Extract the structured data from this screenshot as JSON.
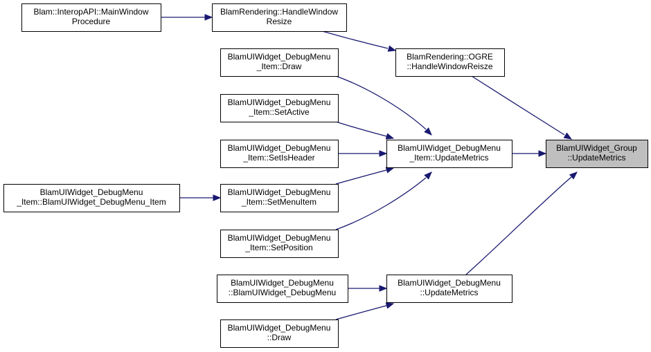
{
  "diagram": {
    "type": "caller-graph",
    "colors": {
      "edge": "#191970",
      "highlight_fill": "#bfbfbf",
      "box_stroke": "#000000"
    },
    "nodes": [
      {
        "id": "n_main",
        "lines": [
          "Blam::InteropAPI::MainWindow",
          "Procedure"
        ]
      },
      {
        "id": "n_hwr",
        "lines": [
          "BlamRendering::HandleWindow",
          "Resize"
        ]
      },
      {
        "id": "n_ogre",
        "lines": [
          "BlamRendering::OGRE",
          "::HandleWindowReisze"
        ]
      },
      {
        "id": "n_item_draw",
        "lines": [
          "BlamUIWidget_DebugMenu",
          "_Item::Draw"
        ]
      },
      {
        "id": "n_item_setactive",
        "lines": [
          "BlamUIWidget_DebugMenu",
          "_Item::SetActive"
        ]
      },
      {
        "id": "n_item_setisheader",
        "lines": [
          "BlamUIWidget_DebugMenu",
          "_Item::SetIsHeader"
        ]
      },
      {
        "id": "n_item_ctor",
        "lines": [
          "BlamUIWidget_DebugMenu",
          "_Item::BlamUIWidget_DebugMenu_Item"
        ]
      },
      {
        "id": "n_item_setmenuitem",
        "lines": [
          "BlamUIWidget_DebugMenu",
          "_Item::SetMenuItem"
        ]
      },
      {
        "id": "n_item_setposition",
        "lines": [
          "BlamUIWidget_DebugMenu",
          "_Item::SetPosition"
        ]
      },
      {
        "id": "n_item_update",
        "lines": [
          "BlamUIWidget_DebugMenu",
          "_Item::UpdateMetrics"
        ]
      },
      {
        "id": "n_group_update",
        "lines": [
          "BlamUIWidget_Group",
          "::UpdateMetrics"
        ],
        "highlight": true
      },
      {
        "id": "n_menu_ctor",
        "lines": [
          "BlamUIWidget_DebugMenu",
          "::BlamUIWidget_DebugMenu"
        ]
      },
      {
        "id": "n_menu_draw",
        "lines": [
          "BlamUIWidget_DebugMenu",
          "::Draw"
        ]
      },
      {
        "id": "n_menu_update",
        "lines": [
          "BlamUIWidget_DebugMenu",
          "::UpdateMetrics"
        ]
      }
    ],
    "edges": [
      {
        "from": "n_main",
        "to": "n_hwr"
      },
      {
        "from": "n_hwr",
        "to": "n_ogre"
      },
      {
        "from": "n_ogre",
        "to": "n_group_update"
      },
      {
        "from": "n_item_draw",
        "to": "n_item_update"
      },
      {
        "from": "n_item_setactive",
        "to": "n_item_update"
      },
      {
        "from": "n_item_setisheader",
        "to": "n_item_update"
      },
      {
        "from": "n_item_setmenuitem",
        "to": "n_item_update"
      },
      {
        "from": "n_item_setposition",
        "to": "n_item_update"
      },
      {
        "from": "n_item_ctor",
        "to": "n_item_setmenuitem"
      },
      {
        "from": "n_item_update",
        "to": "n_group_update"
      },
      {
        "from": "n_menu_update",
        "to": "n_group_update"
      },
      {
        "from": "n_menu_ctor",
        "to": "n_menu_update"
      },
      {
        "from": "n_menu_draw",
        "to": "n_menu_update"
      }
    ]
  }
}
